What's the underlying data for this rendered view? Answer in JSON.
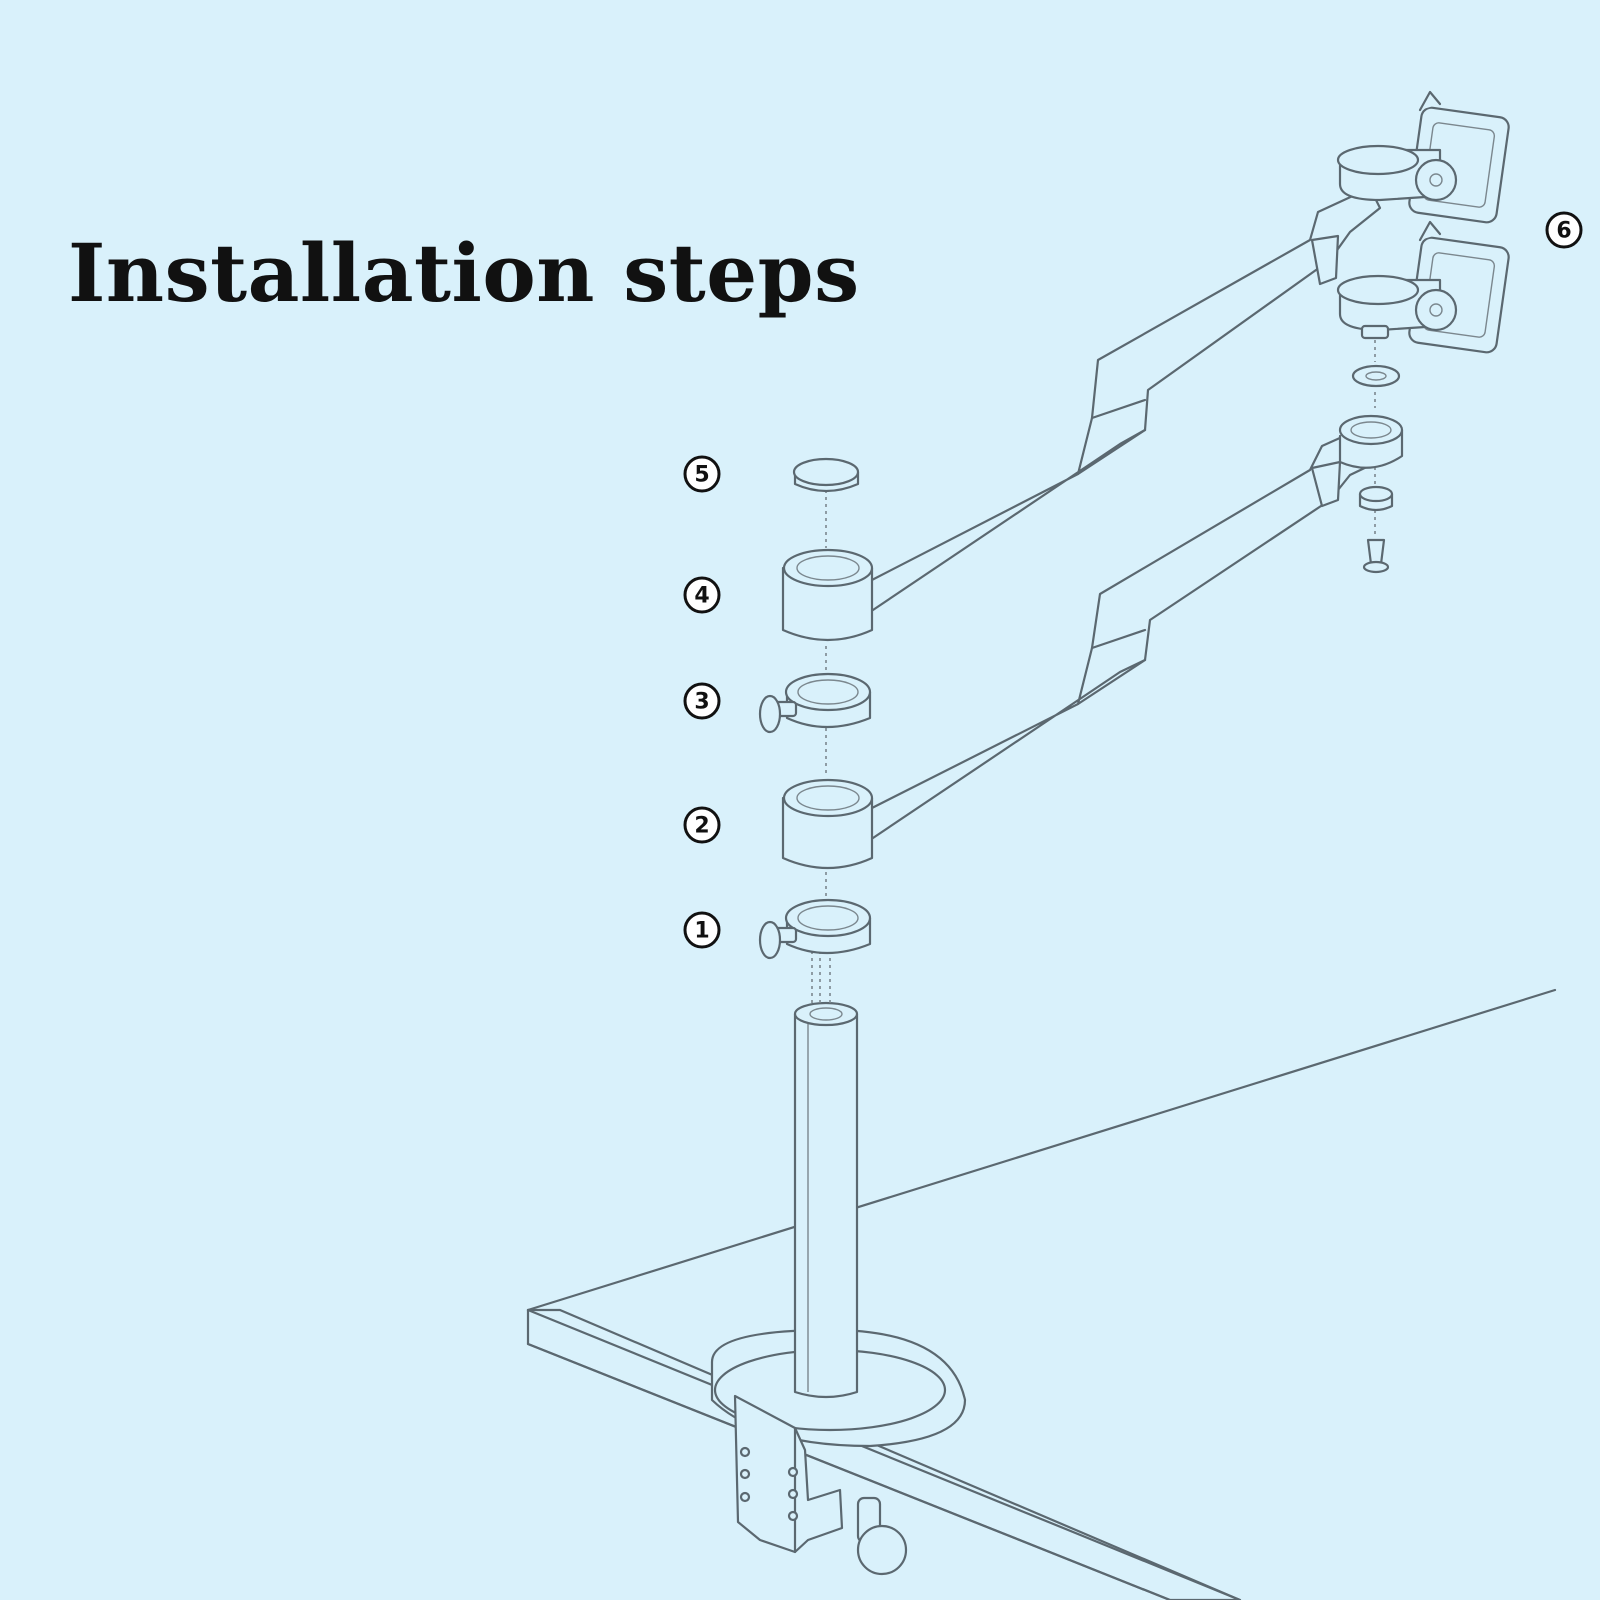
{
  "title": "Installation steps",
  "step_markers": [
    "1",
    "2",
    "3",
    "4",
    "5",
    "6"
  ],
  "colors": {
    "background": "#d9f1fb",
    "line": "#5b6870",
    "text": "#111111"
  }
}
